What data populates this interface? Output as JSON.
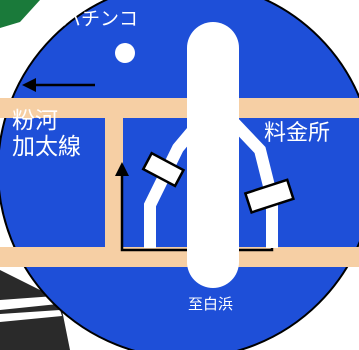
{
  "sign": {
    "background_color": "#1E4FD8",
    "road_color": "#F6CFA4",
    "line_color": "#000000",
    "marking_color": "#FFFFFF",
    "landmark": "パチンコ",
    "west_destination": "粉河\n加太線",
    "east_facility": "料金所",
    "south_destination": "至白浜"
  },
  "route_arrow": {
    "icon": "route-arrow-icon",
    "west_arrow": "west-arrow-icon"
  }
}
